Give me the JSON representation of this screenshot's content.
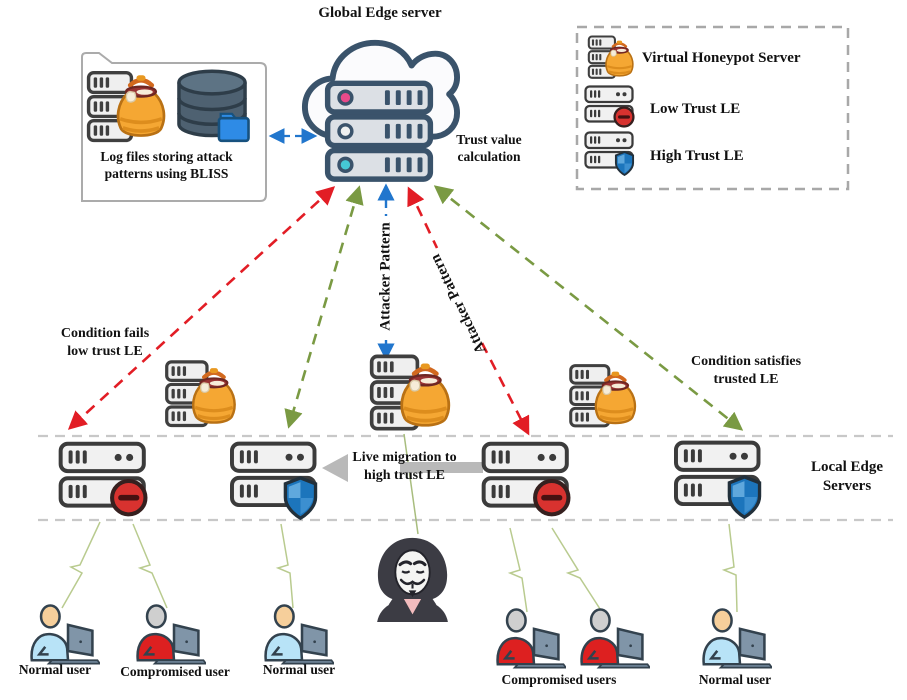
{
  "diagram": {
    "title": "Global Edge server",
    "log_box": {
      "lines": [
        "Log files storing attack",
        "patterns using BLISS"
      ]
    },
    "trust_calc": {
      "lines": [
        "Trust value",
        "calculation"
      ]
    },
    "legend": {
      "items": [
        {
          "label": "Virtual Honeypot Server",
          "icon": "honeypot-server-icon"
        },
        {
          "label": "Low Trust LE",
          "icon": "low-trust-server-icon"
        },
        {
          "label": "High Trust LE",
          "icon": "high-trust-server-icon"
        }
      ]
    },
    "labels": {
      "condition_fails": [
        "Condition fails",
        "low trust LE"
      ],
      "condition_satisfies": [
        "Condition satisfies",
        "trusted LE"
      ],
      "attacker_pattern_vertical": "Attacker Pattern",
      "attacker_pattern_diagonal": "Attacker Pattern",
      "live_migration": [
        "Live migration to",
        "high trust LE"
      ],
      "local_edge_servers": [
        "Local Edge",
        "Servers"
      ]
    },
    "users": [
      {
        "label": "Normal user",
        "type": "normal"
      },
      {
        "label": "Compromised user",
        "type": "compromised"
      },
      {
        "label": "Normal user",
        "type": "normal"
      },
      {
        "label": "Compromised users",
        "type": "compromised"
      },
      {
        "label": "Normal user",
        "type": "normal"
      }
    ],
    "colors": {
      "alert_arrow_red": "#e21d25",
      "trusted_arrow_olive": "#7a9a43",
      "attacker_arrow_blue": "#2176cd",
      "low_trust_badge": "#d8322f",
      "high_trust_shield": "#1c75bc",
      "honeypot_orange": "#f5a733",
      "lightning_link": "#b9cb8f",
      "band_line_gray": "#c8c8c8",
      "migration_gray": "#b9b9b9",
      "cloud_outline_navy": "#3a536b"
    }
  }
}
